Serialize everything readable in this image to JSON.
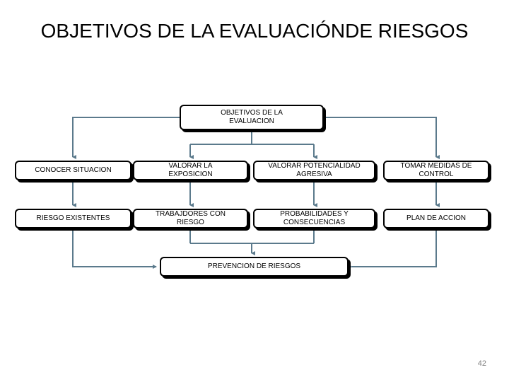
{
  "slide": {
    "title": "OBJETIVOS DE LA EVALUACIÓNDE RIESGOS",
    "page_number": "42",
    "background_color": "#ffffff"
  },
  "diagram": {
    "type": "flowchart",
    "connector_color": "#5b7a8c",
    "node_border_color": "#000000",
    "node_fill_color": "#ffffff",
    "root": {
      "id": "root",
      "label": "OBJETIVOS DE LA\nEVALUACION"
    },
    "row1": [
      {
        "id": "conocer-situacion",
        "label": "CONOCER SITUACION"
      },
      {
        "id": "valorar-exposicion",
        "label": "VALORAR LA\nEXPOSICION"
      },
      {
        "id": "valorar-potencialidad",
        "label": "VALORAR POTENCIALIDAD\nAGRESIVA"
      },
      {
        "id": "tomar-medidas",
        "label": "TOMAR MEDIDAS DE\nCONTROL"
      }
    ],
    "row2": [
      {
        "id": "riesgo-existentes",
        "label": "RIESGO EXISTENTES"
      },
      {
        "id": "trabajdores-con-riesgo",
        "label": "TRABAJDORES CON\nRIESGO"
      },
      {
        "id": "probabilidades-consecuencias",
        "label": "PROBABILIDADES Y\nCONSECUENCIAS"
      },
      {
        "id": "plan-de-accion",
        "label": "PLAN DE ACCION"
      }
    ],
    "bottom": {
      "id": "prevencion-de-riesgos",
      "label": "PREVENCION DE RIESGOS"
    }
  }
}
